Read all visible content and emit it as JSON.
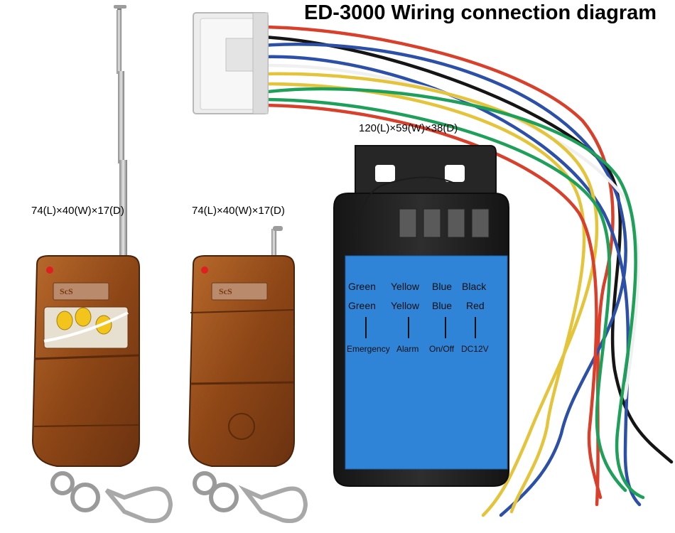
{
  "title": "ED-3000 Wiring connection diagram",
  "dimensions": {
    "remote_long_antenna": "74(L)×40(W)×17(D)",
    "remote_short_antenna": "74(L)×40(W)×17(D)",
    "receiver": "120(L)×59(W)×38(D)"
  },
  "receiver_label": {
    "row1": [
      "Green",
      "Yellow",
      "Blue",
      "Black"
    ],
    "row2": [
      "Green",
      "Yellow",
      "Blue",
      "Red"
    ],
    "functions": [
      "Emergency",
      "Alarm",
      "On/Off",
      "DC12V"
    ]
  },
  "remote_logo": [
    "ScS",
    "ScS"
  ],
  "colors": {
    "wire_red": "#d8402c",
    "wire_blue": "#2c4fa8",
    "wire_green": "#1fa05a",
    "wire_yellow": "#e3c43a",
    "wire_black": "#151515",
    "wire_white": "#f2f2f2",
    "label_blue": "#2f84d8",
    "remote_wood": "#9a4f1c",
    "case_black": "#232323"
  }
}
